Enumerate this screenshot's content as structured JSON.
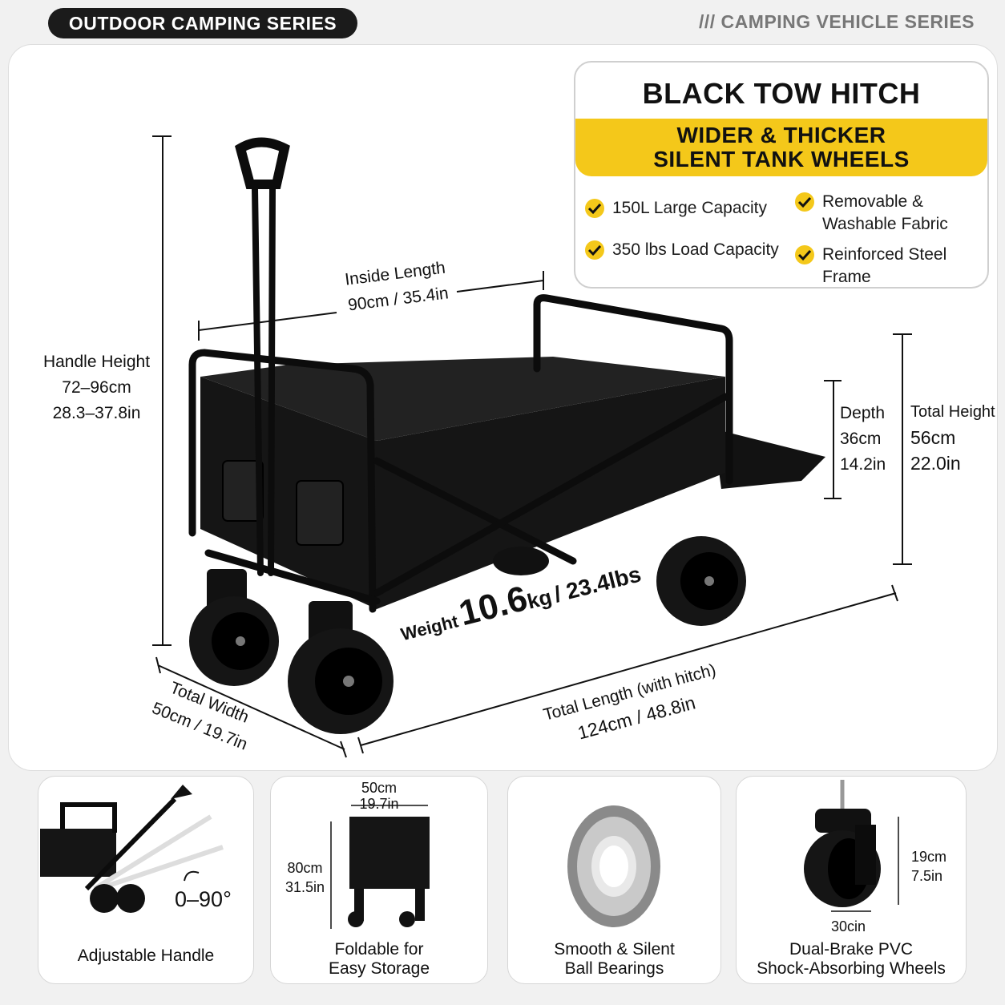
{
  "header": {
    "series_left": "OUTDOOR CAMPING SERIES",
    "series_right": "/// CAMPING VEHICLE SERIES"
  },
  "info_box": {
    "title": "BLACK TOW HITCH",
    "subtitle_line1": "WIDER & THICKER",
    "subtitle_line2": "SILENT TANK WHEELS",
    "features": [
      {
        "line1": "150L Large Capacity",
        "line2": ""
      },
      {
        "line1": "Removable &",
        "line2": "Washable Fabric"
      },
      {
        "line1": "350 lbs Load Capacity",
        "line2": ""
      },
      {
        "line1": "Reinforced Steel Frame",
        "line2": ""
      }
    ]
  },
  "dimensions": {
    "handle_height": {
      "label": "Handle Height",
      "cm": "72–96cm",
      "in": "28.3–37.8in"
    },
    "inside_length": {
      "label": "Inside Length",
      "value": "90cm / 35.4in"
    },
    "depth": {
      "label": "Depth",
      "cm": "36cm",
      "in": "14.2in"
    },
    "total_height": {
      "label": "Total Height",
      "cm": "56cm",
      "in": "22.0in"
    },
    "weight": {
      "label": "Weight",
      "kg": "10.6",
      "unit": "kg",
      "lbs": "/ 23.4lbs"
    },
    "total_width": {
      "label": "Total Width",
      "value": "50cm / 19.7in"
    },
    "total_length": {
      "label": "Total Length (with hitch)",
      "value": "124cm / 48.8in"
    }
  },
  "cards": [
    {
      "label1": "Adjustable Handle",
      "label2": "",
      "extra": "0–90°"
    },
    {
      "label1": "Foldable for",
      "label2": "Easy Storage",
      "w_cm": "50cm",
      "w_in": "19.7in",
      "h_cm": "80cm",
      "h_in": "31.5in"
    },
    {
      "label1": "Smooth & Silent",
      "label2": "Ball Bearings"
    },
    {
      "label1": "Dual-Brake PVC",
      "label2": "Shock-Absorbing Wheels",
      "h_cm": "19cm",
      "h_in": "7.5in",
      "w": "30cin"
    }
  ],
  "colors": {
    "accent": "#f4c81a",
    "dark": "#1b1b1b"
  }
}
